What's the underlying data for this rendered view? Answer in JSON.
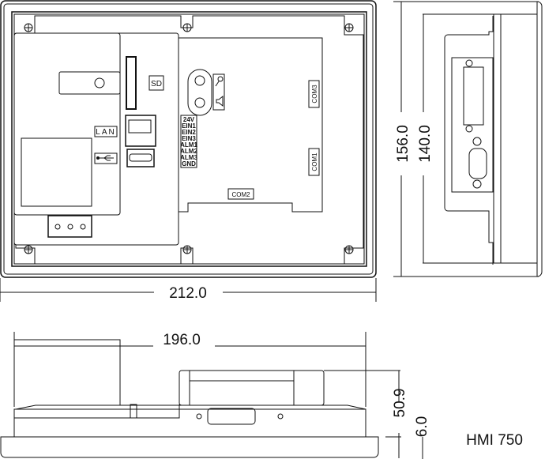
{
  "model": "HMI 750",
  "dimensions": {
    "front_width": "212.0",
    "back_width": "196.0",
    "front_height": "156.0",
    "back_height": "140.0",
    "depth": "50.9",
    "bezel_depth": "6.0"
  },
  "ports": {
    "sd": "SD",
    "lan": "LAN",
    "com1": "COM1",
    "com2": "COM2",
    "com3": "COM3"
  },
  "terminal_labels": [
    "24V",
    "EIN1",
    "EIN2",
    "EIN3",
    "ALM1",
    "ALM2",
    "ALM3",
    "GND"
  ],
  "icons": [
    "usb-icon",
    "microphone-icon",
    "speaker-icon",
    "screw-icon"
  ]
}
